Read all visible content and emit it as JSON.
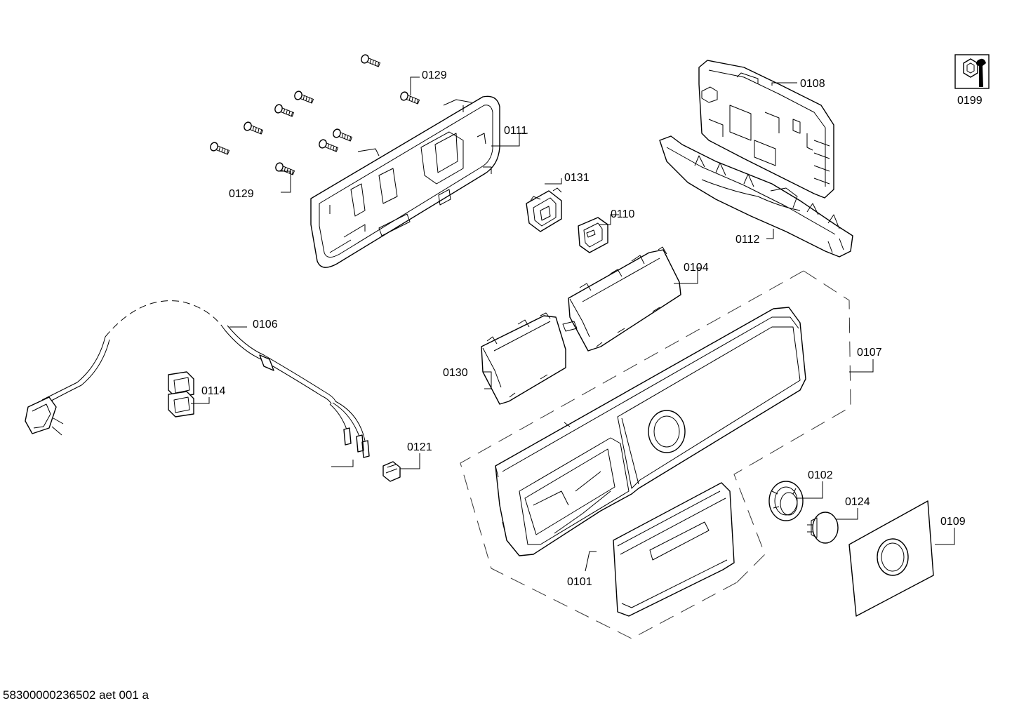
{
  "labels": {
    "l0129a": "0129",
    "l0129b": "0129",
    "l0111": "0111",
    "l0108": "0108",
    "l0199": "0199",
    "l0131": "0131",
    "l0110": "0110",
    "l0112": "0112",
    "l0104": "0104",
    "l0106": "0106",
    "l0107": "0107",
    "l0114": "0114",
    "l0130": "0130",
    "l0121": "0121",
    "l0102": "0102",
    "l0124": "0124",
    "l0109": "0109",
    "l0101": "0101"
  },
  "footer": "58300000236502 aet 001 a"
}
